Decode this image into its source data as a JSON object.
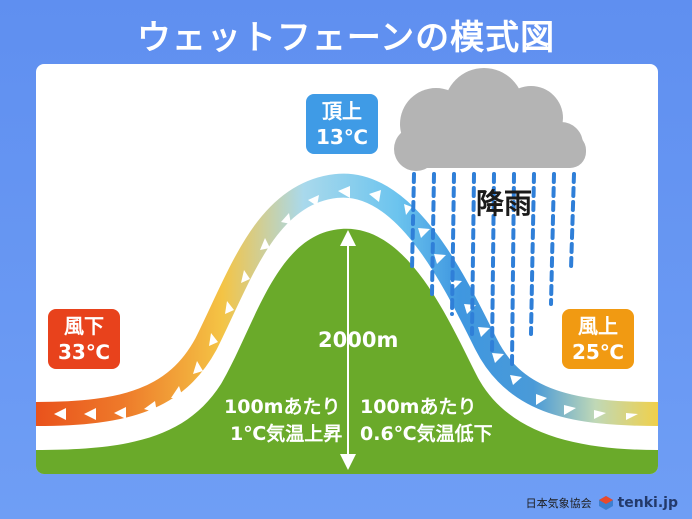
{
  "title": "ウェットフェーンの模式図",
  "summit_badge": {
    "line1": "頂上",
    "line2": "13℃"
  },
  "windward_badge": {
    "line1": "風下",
    "line2": "33℃"
  },
  "leeward_badge": {
    "line1": "風上",
    "line2": "25℃"
  },
  "rain_label": "降雨",
  "height_label": "2000m",
  "left_rate": {
    "line1": "100mあたり",
    "line2": "1℃気温上昇"
  },
  "right_rate": {
    "line1": "100mあたり",
    "line2": "0.6℃気温低下"
  },
  "footer": {
    "org": "日本気象協会",
    "brand": "tenki.jp"
  },
  "colors": {
    "background": "#5f8ff0",
    "mountain": "#6aaa2a",
    "hot": "#ea4a1c",
    "warm": "#f3c54a",
    "cool": "#8fd0f0",
    "cold": "#3d90dc",
    "cloud": "#b4b4b4",
    "rain": "#2f7fd8"
  }
}
